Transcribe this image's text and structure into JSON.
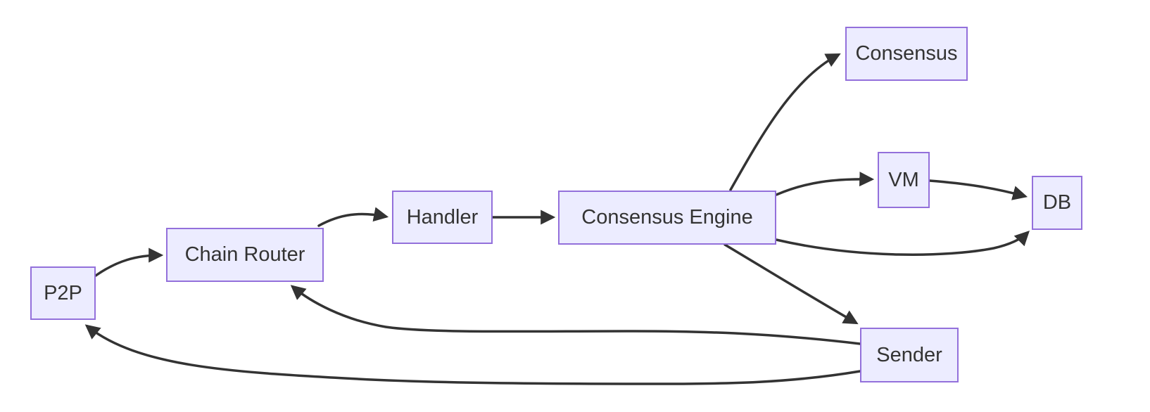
{
  "diagram": {
    "type": "flowchart",
    "background_color": "#FFFFFF",
    "node_fill_color": "#ECECFF",
    "node_border_color": "#9370DB",
    "edge_color": "#333333",
    "text_color": "#333333",
    "nodes": {
      "p2p": {
        "label": "P2P"
      },
      "chain_router": {
        "label": "Chain Router"
      },
      "handler": {
        "label": "Handler"
      },
      "consensus_engine": {
        "label": "Consensus Engine"
      },
      "consensus": {
        "label": "Consensus"
      },
      "vm": {
        "label": "VM"
      },
      "db": {
        "label": "DB"
      },
      "sender": {
        "label": "Sender"
      }
    },
    "edges": [
      {
        "from": "P2P",
        "to": "Chain Router"
      },
      {
        "from": "Chain Router",
        "to": "Handler"
      },
      {
        "from": "Handler",
        "to": "Consensus Engine"
      },
      {
        "from": "Consensus Engine",
        "to": "Consensus"
      },
      {
        "from": "Consensus Engine",
        "to": "VM"
      },
      {
        "from": "VM",
        "to": "DB"
      },
      {
        "from": "Consensus Engine",
        "to": "DB"
      },
      {
        "from": "Consensus Engine",
        "to": "Sender"
      },
      {
        "from": "Sender",
        "to": "Chain Router"
      },
      {
        "from": "Sender",
        "to": "P2P"
      }
    ]
  }
}
